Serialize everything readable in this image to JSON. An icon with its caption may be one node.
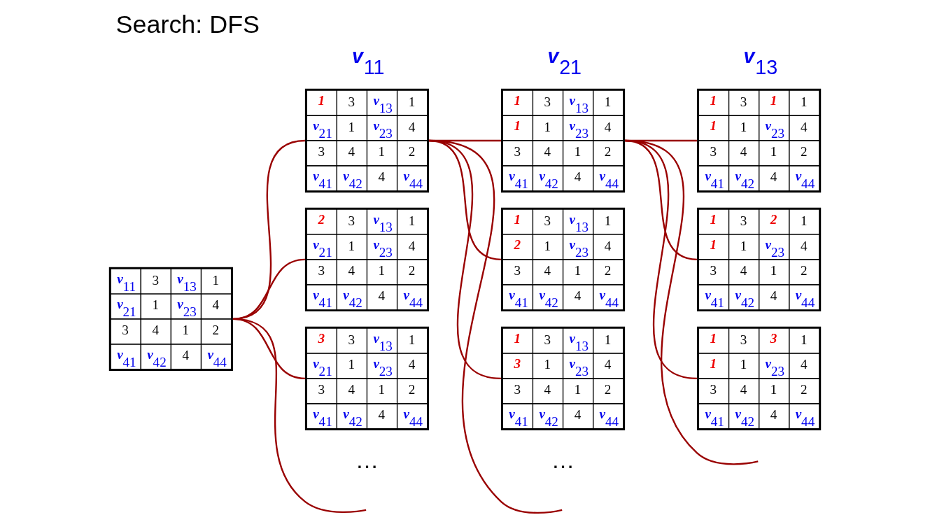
{
  "diagram": {
    "title": "Search: DFS",
    "nodes": [
      {
        "text": [
          "v$_{11}$",
          "3",
          "v$_{13}$",
          "1",
          "v$_{21}$",
          "1",
          "v$_{23}$",
          "4",
          "3",
          "4",
          "1",
          "2",
          "v$_{41}$",
          "v$_{42}$",
          "4",
          "v$_{44}$"
        ]
      },
      {
        "text": [
          "*1*",
          "3",
          "v$_{13}$",
          "1",
          "v$_{21}$",
          "1",
          "v$_{23}$",
          "4",
          "3",
          "4",
          "1",
          "2",
          "v$_{41}$",
          "v$_{42}$",
          "4",
          "v$_{44}$"
        ]
      },
      {
        "text": [
          "*2*",
          "3",
          "v$_{13}$",
          "1",
          "v$_{21}$",
          "1",
          "v$_{23}$",
          "4",
          "3",
          "4",
          "1",
          "2",
          "v$_{41}$",
          "v$_{42}$",
          "4",
          "v$_{44}$"
        ]
      },
      {
        "text": [
          "*3*",
          "3",
          "v$_{13}$",
          "1",
          "v$_{21}$",
          "1",
          "v$_{23}$",
          "4",
          "3",
          "4",
          "1",
          "2",
          "v$_{41}$",
          "v$_{42}$",
          "4",
          "v$_{44}$"
        ]
      },
      {
        "text": [
          "*1*",
          "3",
          "v$_{13}$",
          "1",
          "*1*",
          "1",
          "v$_{23}$",
          "4",
          "3",
          "4",
          "1",
          "2",
          "v$_{41}$",
          "v$_{42}$",
          "4",
          "v$_{44}$"
        ]
      },
      {
        "text": [
          "*1*",
          "3",
          "v$_{13}$",
          "1",
          "*2*",
          "1",
          "v$_{23}$",
          "4",
          "3",
          "4",
          "1",
          "2",
          "v$_{41}$",
          "v$_{42}$",
          "4",
          "v$_{44}$"
        ]
      },
      {
        "text": [
          "*1*",
          "3",
          "v$_{13}$",
          "1",
          "*3*",
          "1",
          "v$_{23}$",
          "4",
          "3",
          "4",
          "1",
          "2",
          "v$_{41}$",
          "v$_{42}$",
          "4",
          "v$_{44}$"
        ]
      },
      {
        "text": [
          "*1*",
          "3",
          "*1*",
          "1",
          "*1*",
          "1",
          "v$_{23}$",
          "4",
          "3",
          "4",
          "1",
          "2",
          "v$_{41}$",
          "v$_{42}$",
          "4",
          "v$_{44}$"
        ]
      },
      {
        "text": [
          "*1*",
          "3",
          "*2*",
          "1",
          "*1*",
          "1",
          "v$_{23}$",
          "4",
          "3",
          "4",
          "1",
          "2",
          "v$_{41}$",
          "v$_{42}$",
          "4",
          "v$_{44}$"
        ]
      },
      {
        "text": [
          "*1*",
          "3",
          "*3*",
          "1",
          "*1*",
          "1",
          "v$_{23}$",
          "4",
          "3",
          "4",
          "1",
          "2",
          "v$_{41}$",
          "v$_{42}$",
          "4",
          "v$_{44}$"
        ]
      }
    ],
    "edges": [
      {
        "from": 0,
        "to": 1,
        "arrow": "none"
      },
      {
        "from": 0,
        "to": 2,
        "arrow": "none"
      },
      {
        "from": 0,
        "to": 3,
        "arrow": "none"
      },
      {
        "from": 0,
        "to": null,
        "arrow": "none"
      },
      {
        "from": 1,
        "to": 4,
        "arrow": "none"
      },
      {
        "from": 1,
        "to": 5,
        "arrow": "none"
      },
      {
        "from": 1,
        "to": 6,
        "arrow": "none"
      },
      {
        "from": 1,
        "to": null,
        "arrow": "none"
      },
      {
        "from": 4,
        "to": 7,
        "arrow": "none"
      },
      {
        "from": 4,
        "to": 8,
        "arrow": "none"
      },
      {
        "from": 4,
        "to": 9,
        "arrow": "none"
      },
      {
        "from": 4,
        "to": null,
        "arrow": "none"
      }
    ],
    "labels": [
      "v$_{11}$",
      "v$_{21}$",
      "v$_{13}$",
      "…",
      "…"
    ]
  }
}
